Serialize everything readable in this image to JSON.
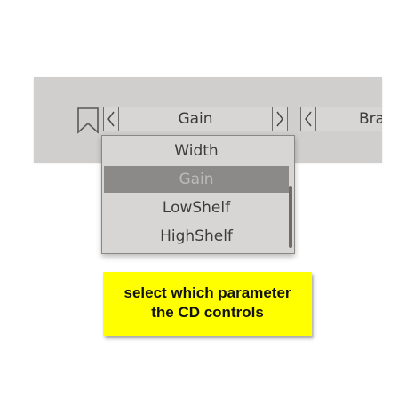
{
  "toolbar": {
    "parameter_value": "Gain",
    "next_parameter_value": "Bra",
    "icons": [
      "bookmark-icon",
      "chevron-left-icon",
      "chevron-right-icon"
    ]
  },
  "dropdown": {
    "items": [
      "Width",
      "Gain",
      "LowShelf",
      "HighShelf"
    ],
    "selected": "Gain"
  },
  "note": {
    "line1": "select which parameter",
    "line2": "the CD controls",
    "color": "#ffff00"
  }
}
